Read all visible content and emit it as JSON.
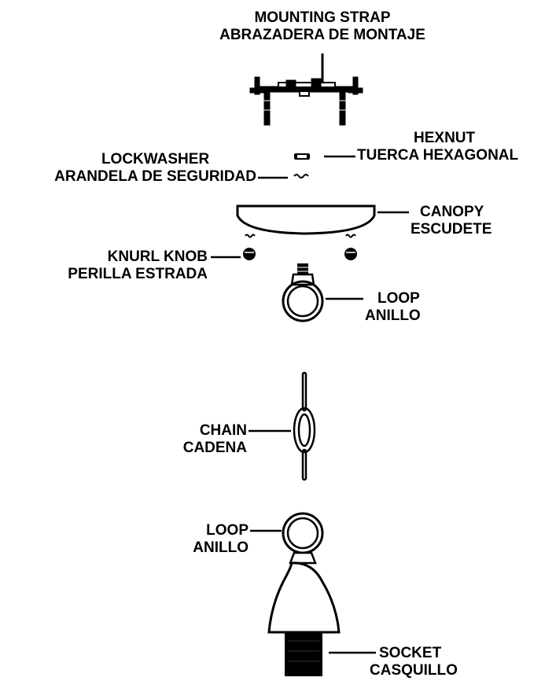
{
  "labels": {
    "mounting_strap": {
      "en": "MOUNTING STRAP",
      "es": "ABRAZADERA DE MONTAJE"
    },
    "hexnut": {
      "en": "HEXNUT",
      "es": "TUERCA HEXAGONAL"
    },
    "lockwasher": {
      "en": "LOCKWASHER",
      "es": "ARANDELA DE SEGURIDAD"
    },
    "canopy": {
      "en": "CANOPY",
      "es": "ESCUDETE"
    },
    "knurl_knob": {
      "en": "KNURL KNOB",
      "es": "PERILLA ESTRADA"
    },
    "loop_top": {
      "en": "LOOP",
      "es": "ANILLO"
    },
    "chain": {
      "en": "CHAIN",
      "es": "CADENA"
    },
    "loop_bottom": {
      "en": "LOOP",
      "es": "ANILLO"
    },
    "socket": {
      "en": "SOCKET",
      "es": "CASQUILLO"
    }
  }
}
